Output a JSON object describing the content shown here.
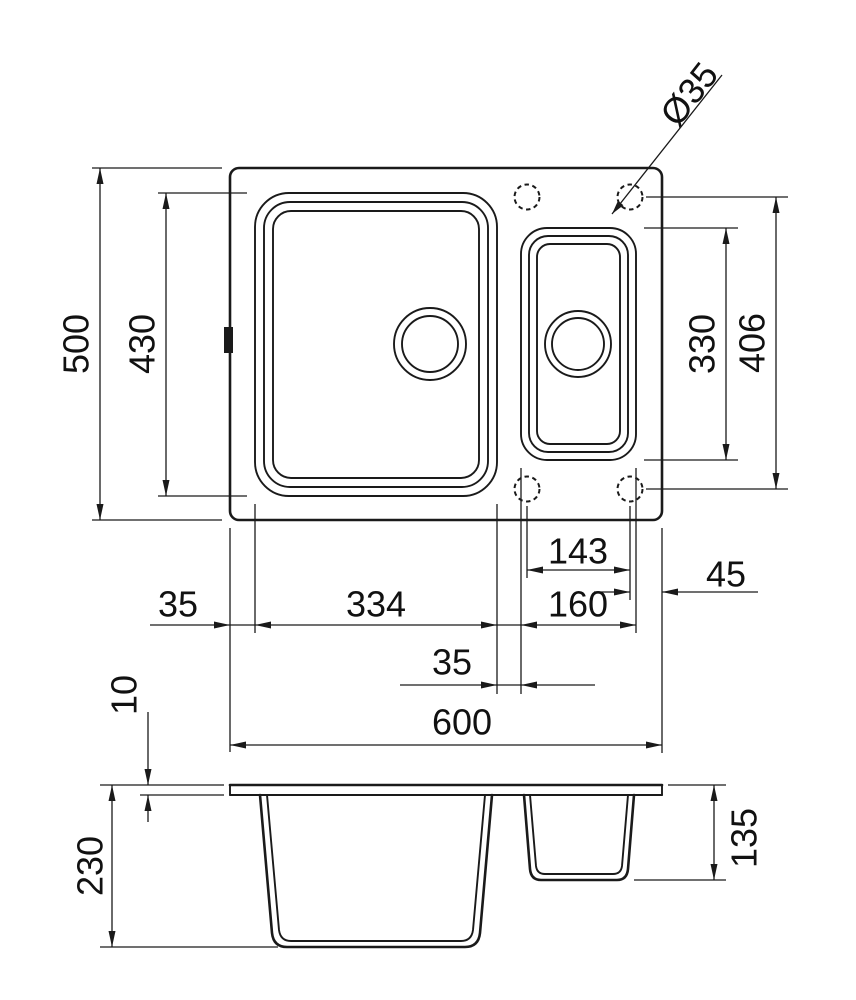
{
  "document": {
    "type": "technical-dimension-drawing",
    "subject": "1.5-bowl inset kitchen sink, top view and front section view",
    "units": "mm"
  },
  "labels": {
    "hole_diameter": "Ø35",
    "overall_depth": "500",
    "main_bowl_length": "430",
    "small_bowl_length": "330",
    "holes_span_vertical": "406",
    "holes_span_horizontal": "143",
    "hole_edge_offset": "45",
    "rim_left": "35",
    "main_bowl_width": "334",
    "small_bowl_width": "160",
    "bowl_gap": "35",
    "overall_width": "600",
    "rim_height": "10",
    "main_bowl_depth": "230",
    "small_bowl_depth": "135"
  }
}
